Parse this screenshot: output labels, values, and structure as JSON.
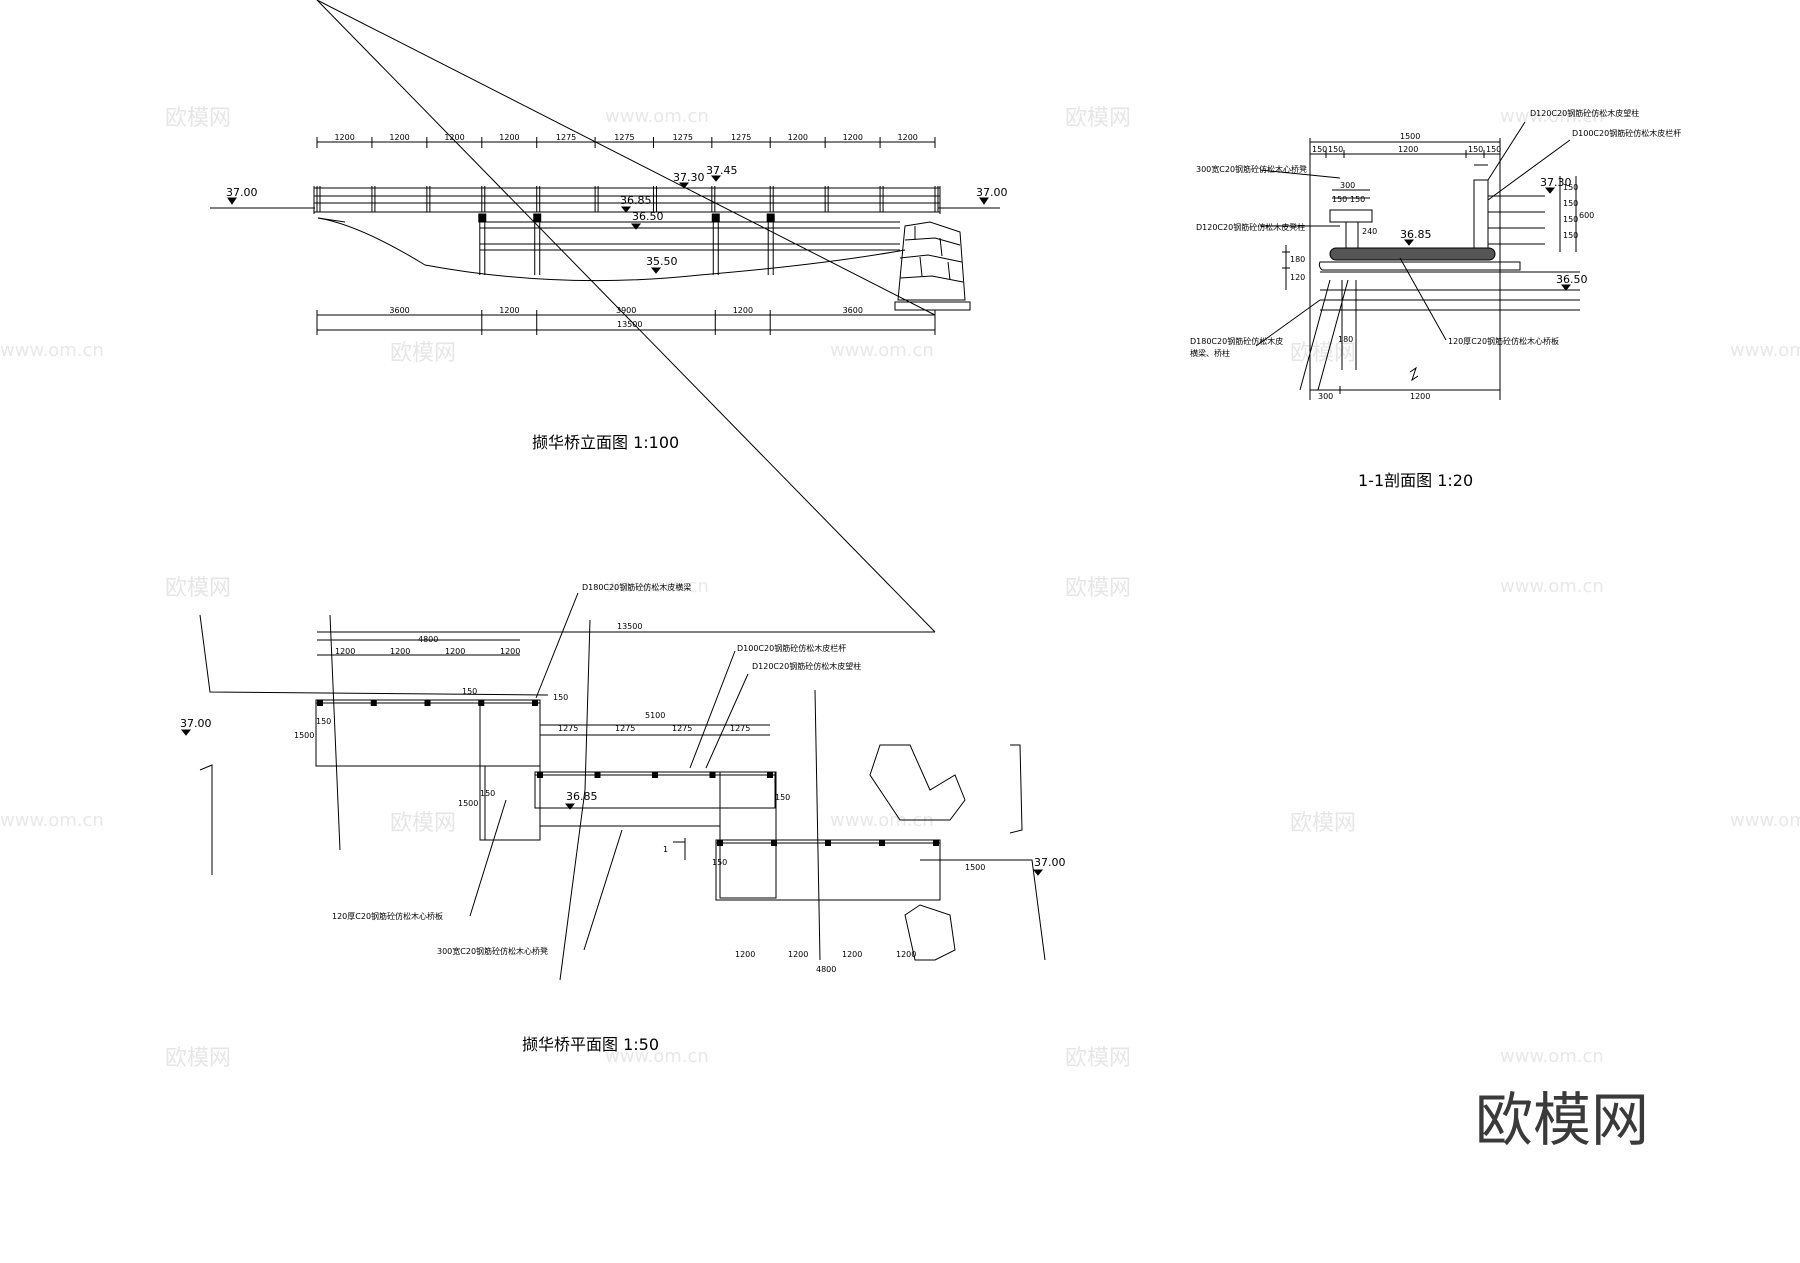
{
  "elevation": {
    "caption": "撷华桥立面图 1:100",
    "top_dims": [
      "1200",
      "1200",
      "1200",
      "1200",
      "1275",
      "1275",
      "1275",
      "1275",
      "1200",
      "1200",
      "1200"
    ],
    "bottom_dims": [
      "3600",
      "1200",
      "3900",
      "1200",
      "3600"
    ],
    "total": "13500",
    "levels": {
      "left": "37.00",
      "right": "37.00",
      "deck": "37.30",
      "rail_top": "37.45",
      "bottom": "36.85",
      "beam": "36.50",
      "bed": "35.50"
    }
  },
  "section": {
    "caption": "1-1剖面图 1:20",
    "top_dims": [
      "150",
      "150",
      "1200",
      "150",
      "150"
    ],
    "top_total": "1500",
    "bench_dims": [
      "300",
      "150",
      "150"
    ],
    "bench_h": "240",
    "left_v": [
      "180",
      "120"
    ],
    "right_v": [
      "150",
      "150",
      "150",
      "150",
      "600"
    ],
    "bottom_dims": [
      "300",
      "1200"
    ],
    "pile": "180",
    "levels": {
      "rail": "37.30",
      "deck": "36.85",
      "water": "36.50"
    },
    "notes": [
      "D120C20钢筋砼仿松木皮望柱",
      "D100C20钢筋砼仿松木皮栏杆",
      "300宽C20钢筋砼仿松木心桥凳",
      "D120C20钢筋砼仿松木皮凳柱",
      "D180C20钢筋砼仿松木皮",
      "横梁、桥柱",
      "120厚C20钢筋砼仿松木心桥板"
    ]
  },
  "plan": {
    "caption": "撷华桥平面图 1:50",
    "total": "13500",
    "top_run": "4800",
    "top_dims": [
      "1200",
      "1200",
      "1200",
      "1200"
    ],
    "mid_run": "5100",
    "mid_dims": [
      "1275",
      "1275",
      "1275",
      "1275"
    ],
    "bottom_dims": [
      "1200",
      "1200",
      "1200",
      "1200"
    ],
    "bottom_run": "4800",
    "small": [
      "150",
      "150",
      "150",
      "150",
      "150",
      "150"
    ],
    "w1": "1500",
    "w2": "1500",
    "w3": "1500",
    "levels": {
      "left": "37.00",
      "mid": "36.85",
      "right": "37.00"
    },
    "section_mark": "1",
    "notes": [
      "D180C20钢筋砼仿松木皮横梁",
      "D100C20钢筋砼仿松木皮栏杆",
      "D120C20钢筋砼仿松木皮望柱",
      "120厚C20钢筋砼仿松木心桥板",
      "300宽C20钢筋砼仿松木心桥凳"
    ]
  },
  "watermark": {
    "brand": "欧模网",
    "url": "www.om.cn"
  }
}
